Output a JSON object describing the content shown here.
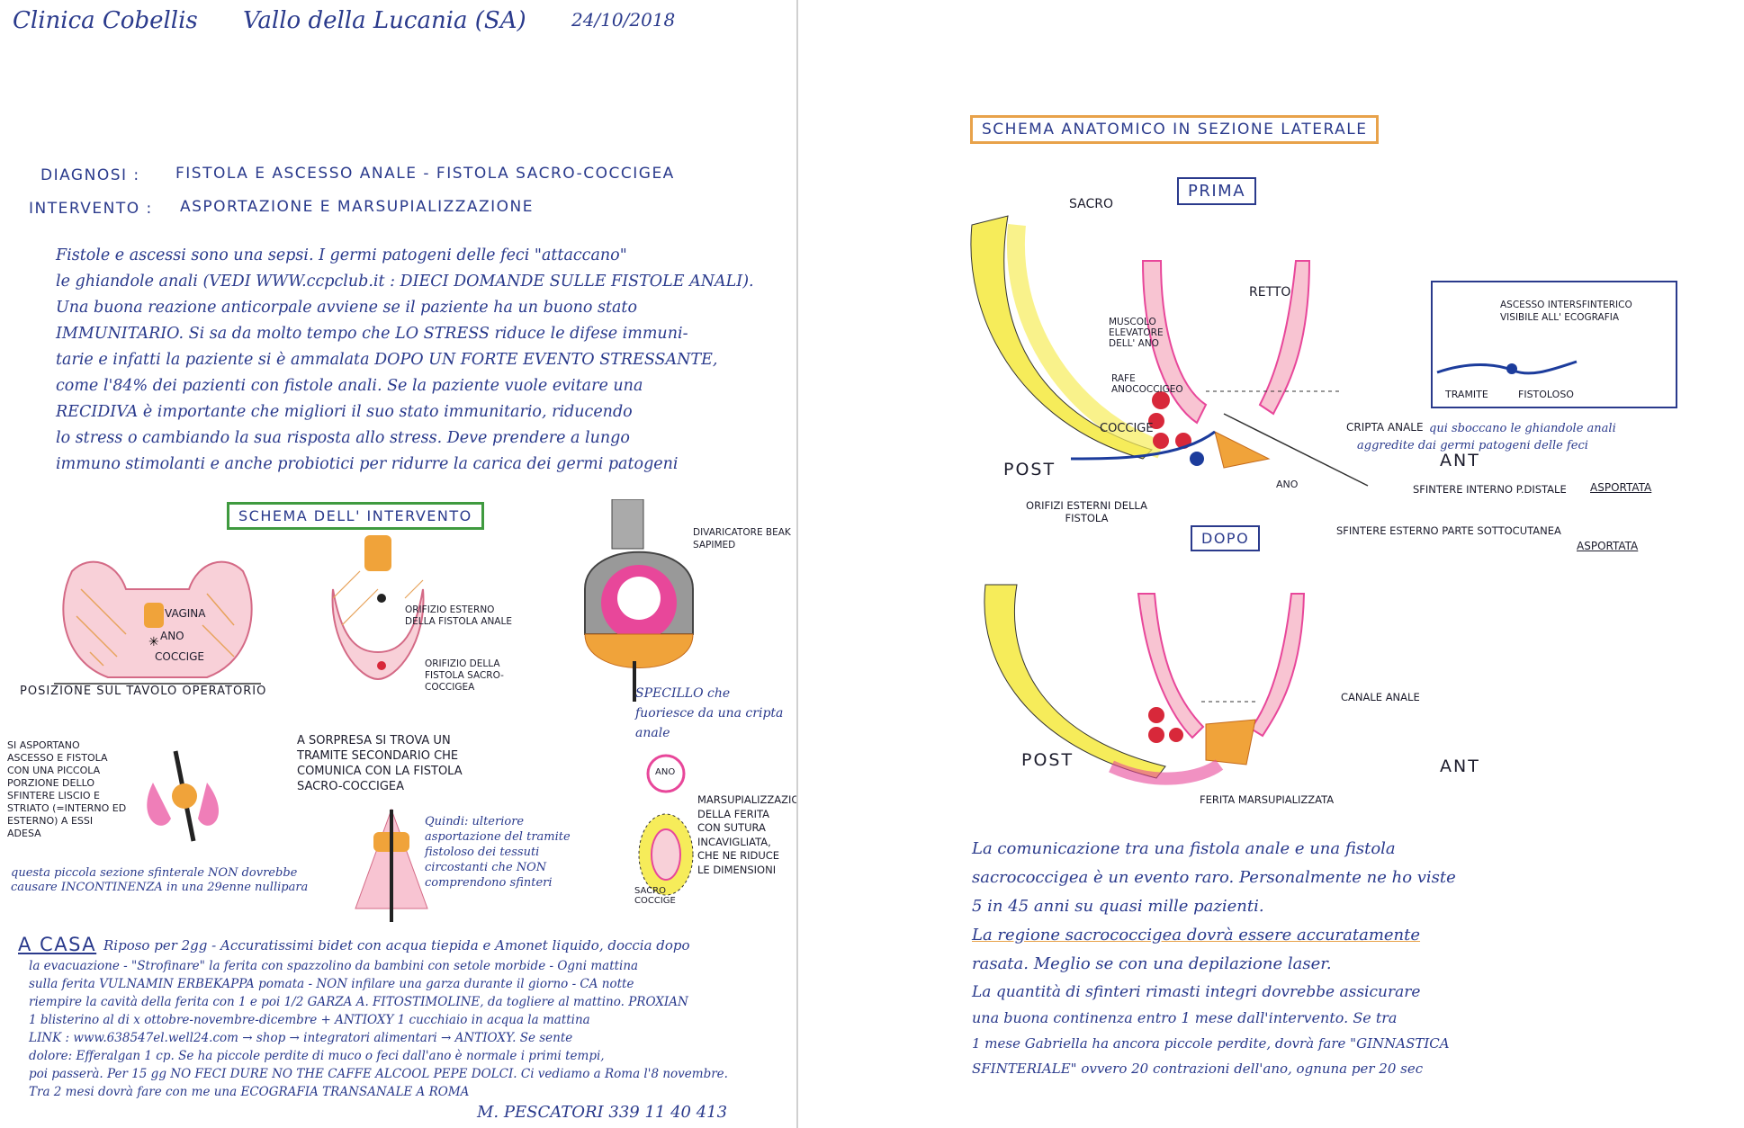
{
  "left_page": {
    "header": {
      "clinic": "Clinica Cobellis",
      "location": "Vallo della Lucania (SA)",
      "date": "24/10/2018"
    },
    "diagnosi_label": "DIAGNOSI :",
    "diagnosi_value": "FISTOLA E ASCESSO ANALE - FISTOLA SACRO-COCCIGEA",
    "intervento_label": "INTERVENTO :",
    "intervento_value": "ASPORTAZIONE E MARSUPIALIZZAZIONE",
    "intro_lines": [
      "Fistole e ascessi sono una sepsi. I germi patogeni delle feci \"attaccano\"",
      "le ghiandole anali (VEDI WWW.ccpclub.it : DIECI DOMANDE SULLE FISTOLE ANALI).",
      "Una buona reazione anticorpale avviene se il paziente ha un buono stato",
      "IMMUNITARIO. Si sa da molto tempo che LO STRESS riduce le difese immuni-",
      "tarie e infatti la paziente si è ammalata DOPO UN FORTE EVENTO STRESSANTE,",
      "come l'84% dei pazienti con fistole anali. Se la paziente vuole evitare una",
      "RECIDIVA è importante che migliori il suo stato immunitario, riducendo",
      "lo stress o cambiando la sua risposta allo stress. Deve prendere a lungo",
      "immuno stimolanti e anche probiotici per ridurre la carica dei germi patogeni"
    ],
    "schema_intervento_title": "SCHEMA DELL' INTERVENTO",
    "fig1": {
      "label_vagina": "VAGINA",
      "label_ano": "ANO",
      "label_coccige": "COCCIGE",
      "caption": "POSIZIONE SUL TAVOLO OPERATORIO"
    },
    "fig2": {
      "label_orifizio_esterno": "ORIFIZIO ESTERNO DELLA FISTOLA ANALE",
      "label_orifizio_sacro": "ORIFIZIO DELLA FISTOLA SACRO-COCCIGEA"
    },
    "fig3": {
      "label_divaricatore": "DIVARICATORE BEAK SAPIMED",
      "label_specillo": "SPECILLO che fuoriesce da una cripta anale"
    },
    "fig4_text": "SI ASPORTANO ASCESSO E FISTOLA CON UNA PICCOLA PORZIONE DELLO SFINTERE LISCIO E STRIATO (=INTERNO ED ESTERNO) A ESSI ADESA",
    "fig4_note": "questa piccola sezione sfinterale NON dovrebbe causare INCONTINENZA in una 29enne nullipara",
    "fig5_text": "A SORPRESA SI TROVA UN TRAMITE SECONDARIO CHE COMUNICA CON LA FISTOLA SACRO-COCCIGEA",
    "fig5_note": "Quindi: ulteriore asportazione del tramite fistoloso dei tessuti circostanti che NON comprendono sfinteri",
    "fig6_ano": "ANO",
    "fig6_sacro": "SACRO COCCIGE",
    "fig6_text": "MARSUPIALIZZAZIONE DELLA FERITA CON SUTURA INCAVIGLIATA, CHE NE RIDUCE LE DIMENSIONI",
    "a_casa_label": "A CASA",
    "a_casa_lines": [
      "Riposo per 2gg - Accuratissimi bidet con acqua tiepida e Amonet liquido, doccia dopo",
      "la evacuazione - \"Strofinare\" la ferita con spazzolino da bambini con setole morbide - Ogni mattina",
      "sulla ferita VULNAMIN ERBEKAPPA pomata - NON infilare una garza durante il giorno - CA notte",
      "riempire la cavità della ferita con 1 e poi 1/2 GARZA A. FITOSTIMOLINE, da togliere al mattino. PROXIAN",
      "1 blisterino al di x ottobre-novembre-dicembre + ANTIOXY 1 cucchiaio in acqua la mattina",
      "LINK : www.638547el.well24.com → shop → integratori alimentari → ANTIOXY. Se sente",
      "dolore: Efferalgan 1 cp. Se ha piccole perdite di muco o feci dall'ano è normale i primi tempi,",
      "poi passerà. Per 15 gg NO FECI DURE NO THE CAFFE ALCOOL PEPE DOLCI. Ci vediamo a Roma l'8 novembre.",
      "Tra 2 mesi dovrà fare con me una ECOGRAFIA TRANSANALE A ROMA"
    ],
    "signature": "M. PESCATORI  339 11 40 413"
  },
  "right_page": {
    "schema_title": "SCHEMA ANATOMICO IN SEZIONE LATERALE",
    "prima": "PRIMA",
    "dopo": "DOPO",
    "labels_prima": {
      "sacro": "SACRO",
      "retto": "RETTO",
      "muscolo": "MUSCOLO ELEVATORE DELL' ANO",
      "rafe": "RAFE ANOCOCCIGEO",
      "coccige": "COCCIGE",
      "post": "POST",
      "ant": "ANT",
      "orifizi": "ORIFIZI ESTERNI DELLA FISTOLA",
      "ano": "ANO",
      "cripta": "CRIPTA ANALE",
      "cripta_note": "qui sboccano le ghiandole anali aggredite dai germi patogeni delle feci",
      "sfintere_interno": "SFINTERE INTERNO P.DISTALE",
      "asportata": "ASPORTATA",
      "sfintere_esterno": "SFINTERE ESTERNO PARTE SOTTOCUTANEA",
      "asportata2": "ASPORTATA"
    },
    "inset": {
      "ascesso": "ASCESSO INTERSFINTERICO VISIBILE ALL' ECOGRAFIA",
      "tramite": "TRAMITE",
      "fistoloso": "FISTOLOSO"
    },
    "labels_dopo": {
      "canale": "CANALE ANALE",
      "post": "POST",
      "ant": "ANT",
      "ferita": "FERITA MARSUPIALIZZATA"
    },
    "notes": [
      "La comunicazione tra una fistola anale e una fistola",
      "sacrococcigea è un evento raro. Personalmente ne ho viste",
      "5 in 45 anni su quasi mille pazienti.",
      "La regione sacrococcigea dovrà essere accuratamente",
      "rasata. Meglio se con una depilazione laser.",
      "La quantità di sfinteri rimasti integri dovrebbe assicurare",
      "una buona continenza entro 1 mese dall'intervento. Se tra",
      "1 mese Gabriella ha ancora piccole perdite, dovrà fare \"GINNASTICA",
      "SFINTERIALE\" ovvero 20 contrazioni dell'ano, ognuna per 20 sec"
    ]
  },
  "colors": {
    "ink_blue": "#2a3a8c",
    "pink": "#f4b8c8",
    "red": "#d8283a",
    "yellow": "#f6ec5a",
    "orange": "#f0a33a",
    "green_box": "#3f9a3f",
    "orange_box": "#e8a24a"
  }
}
